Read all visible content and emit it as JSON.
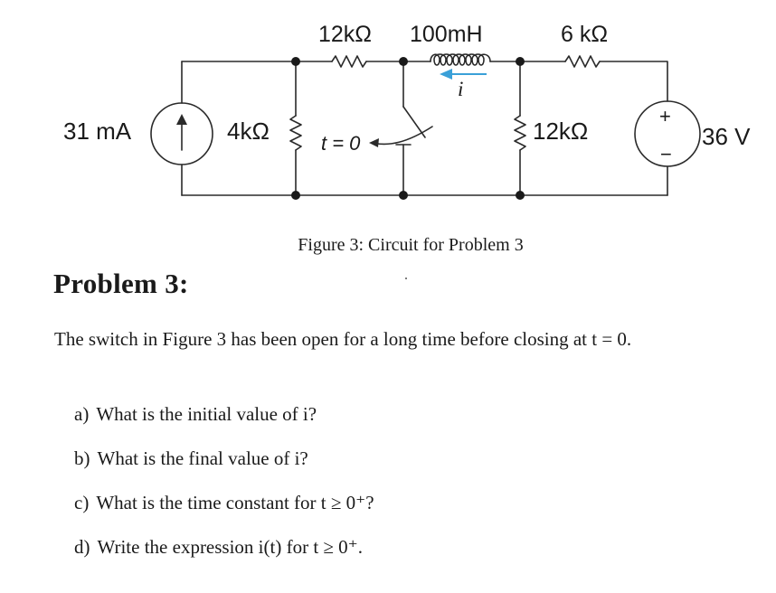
{
  "figure": {
    "labels": {
      "r_top_left": "12kΩ",
      "inductor": "100mH",
      "r_top_right": "6 kΩ",
      "current_source": "31 mA",
      "r_left": "4kΩ",
      "switch_time": "t = 0",
      "current_var": "i",
      "r_right": "12kΩ",
      "voltage_source": "36 V",
      "plus_sign": "+",
      "minus_sign": "−"
    },
    "caption": "Figure 3: Circuit for Problem 3",
    "colors": {
      "current_arrow": "#3aa0d8",
      "wire": "#2a2a2a"
    }
  },
  "problem": {
    "heading": "Problem 3:",
    "intro": "The switch in Figure 3 has been open for a long time before closing at t = 0.",
    "questions": [
      {
        "marker": "a)",
        "text": "What is the initial value of i?"
      },
      {
        "marker": "b)",
        "text": "What is the final value of i?"
      },
      {
        "marker": "c)",
        "text": "What is the time constant for t ≥ 0⁺?"
      },
      {
        "marker": "d)",
        "text": "Write the expression i(t) for t ≥ 0⁺."
      }
    ]
  }
}
